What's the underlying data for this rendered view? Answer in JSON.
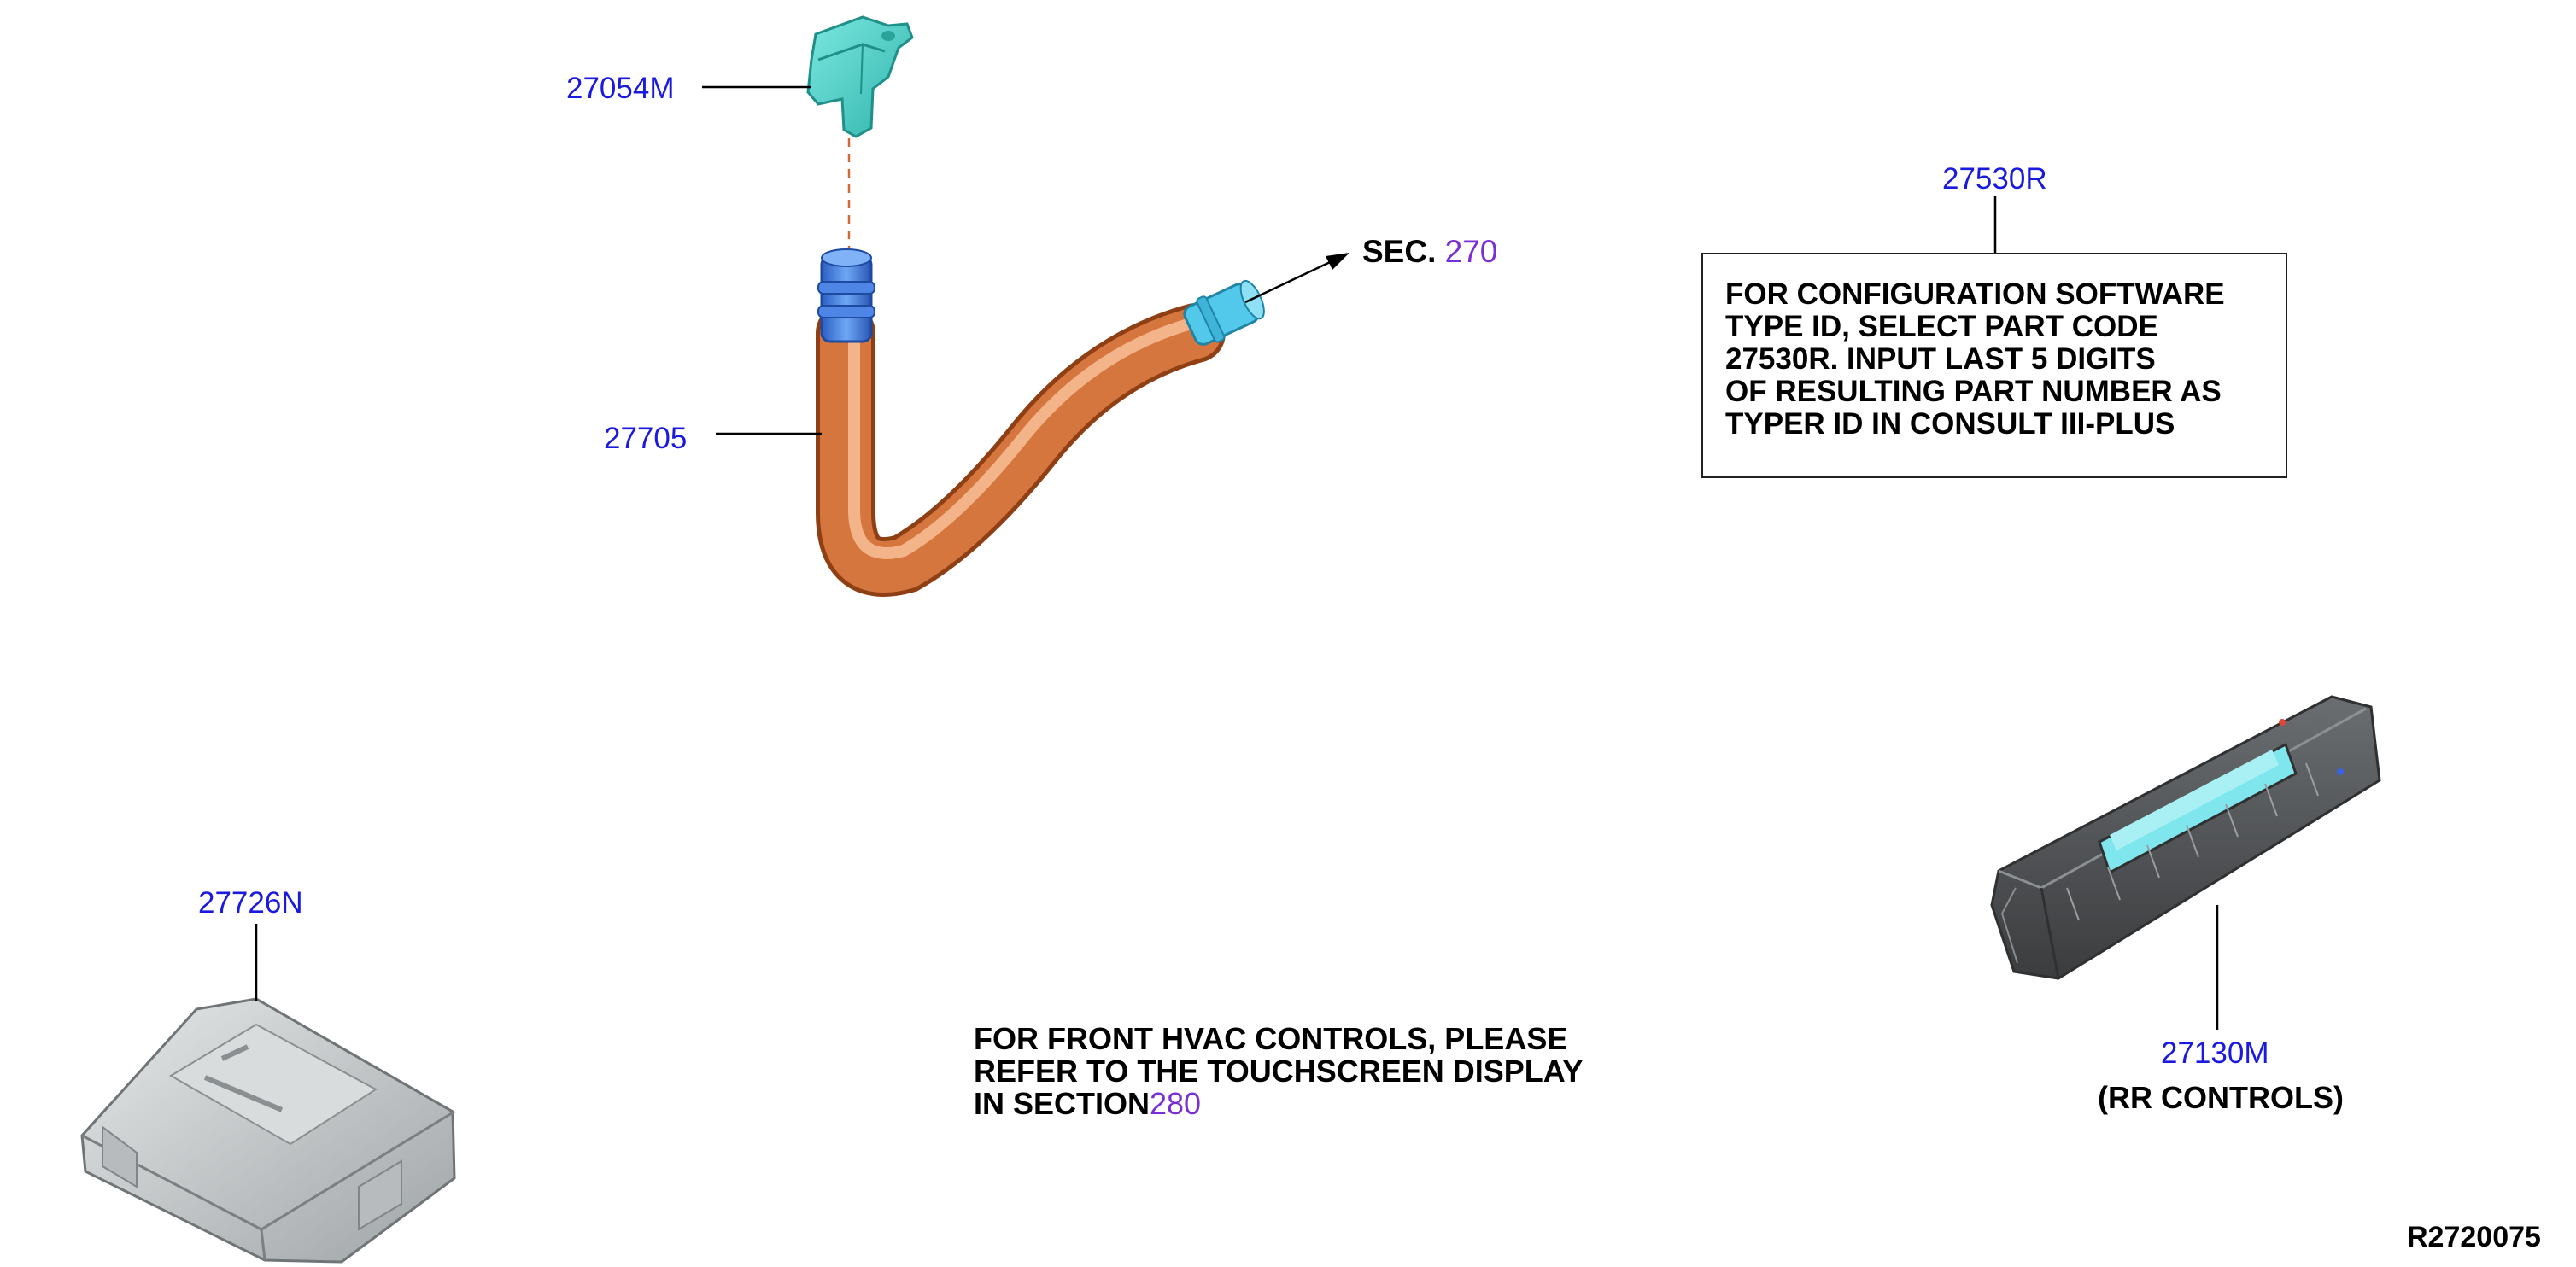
{
  "callouts": {
    "sensor": "27054M",
    "hose": "27705",
    "software_part": "27530R",
    "control_unit": "27726N",
    "rear_controls": "27130M",
    "rear_controls_note": "(RR CONTROLS)"
  },
  "section_ref": {
    "prefix": "SEC.",
    "number": "270"
  },
  "config_note": {
    "line1": "FOR CONFIGURATION SOFTWARE",
    "line2": "TYPE ID, SELECT PART CODE",
    "line3": "27530R. INPUT LAST 5 DIGITS",
    "line4": "OF RESULTING PART NUMBER AS",
    "line5": "TYPER ID IN CONSULT III-PLUS"
  },
  "front_note": {
    "line1": "FOR FRONT HVAC CONTROLS, PLEASE",
    "line2": "REFER TO THE TOUCHSCREEN DISPLAY",
    "line3_prefix": "IN SECTION",
    "line3_link": "280"
  },
  "drawing_id": "R2720075",
  "colors": {
    "callout": "#1a1adf",
    "section_link": "#7a2fd6",
    "hose": "#d5763f",
    "hose_fitting": "#3a7fe0",
    "sensor": "#45d0c8",
    "control_unit": "#bfc3c5",
    "panel_display": "#7fe6ee"
  }
}
